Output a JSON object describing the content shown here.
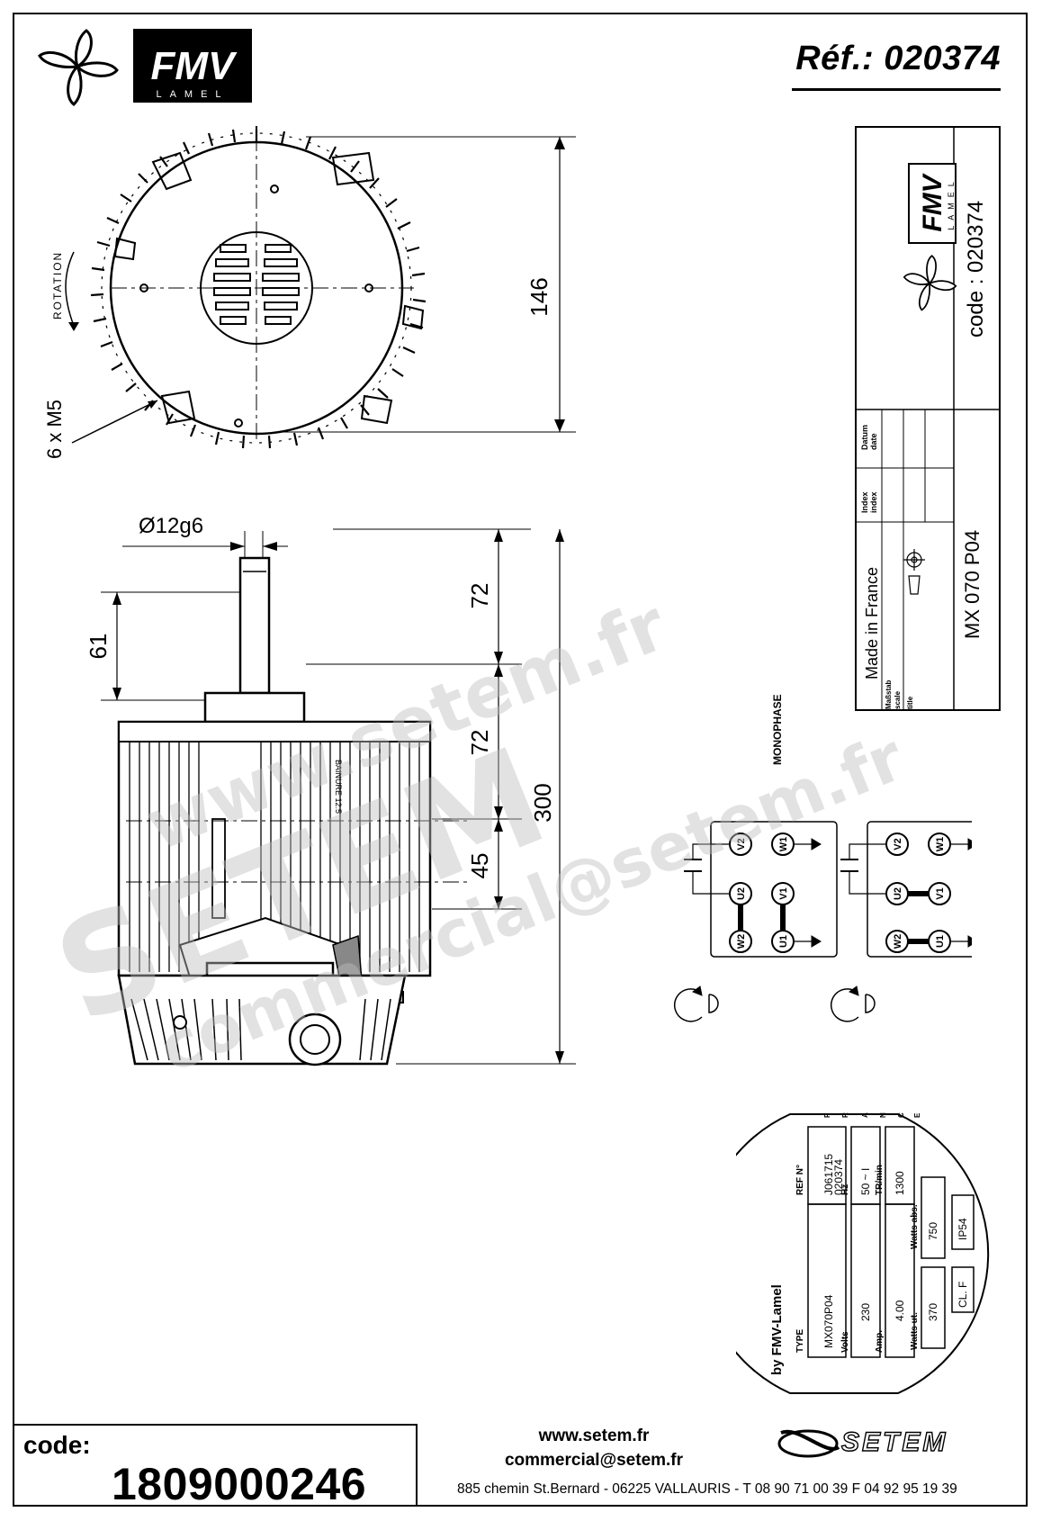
{
  "header": {
    "logo_name": "FMV",
    "logo_sub": "LAMEL",
    "reference": "Réf.: 020374"
  },
  "title_block": {
    "logo_name": "FMV",
    "logo_sub": "LAMEL",
    "code": "code : 020374",
    "datum_label": "Datum",
    "date_label": "date",
    "index_label_1": "Index",
    "index_label_2": "index",
    "made_in": "Made in France",
    "scale_label_1": "Maßstab",
    "scale_label_2": "scale",
    "title_label": "title",
    "title_value": "MX 070 P04"
  },
  "drawing": {
    "rotation_label": "ROTATION",
    "thread_label": "6 x M5",
    "dim_146": "146",
    "dim_shaft_diameter": "Ø12g6",
    "dim_61": "61",
    "dim_72_top": "72",
    "dim_72_mid": "72",
    "dim_45": "45",
    "dim_300": "300",
    "side_label": "BAINURE 12.5"
  },
  "wiring": {
    "phase_label": "MONOPHASE",
    "left": [
      "V2",
      "W1",
      "U2",
      "V1",
      "W2",
      "U1"
    ],
    "right": [
      "V2",
      "W1",
      "U2",
      "V1",
      "W2",
      "U1"
    ]
  },
  "nameplate": {
    "brand": "by FMV-Lamel",
    "type_label": "TYPE",
    "type_value": "MX070P04",
    "ref_label": "REF N°",
    "ref_value_1": "J061715",
    "ref_value_2": "020374",
    "volts_label": "Volts",
    "volts_value": "230",
    "hz_label": "Hz",
    "hz_value": "50 ~ I",
    "amp_label": "Amp.",
    "amp_value": "4.00",
    "rpm_label": "TR/min",
    "rpm_value": "1300",
    "watts_ut_label": "Watts ut.",
    "watts_ut_value": "370",
    "watts_abs_label": "Watts abs.",
    "watts_abs_value": "750",
    "class_value": "CL. F",
    "ip_value": "IP54",
    "france": [
      "F",
      "R",
      "A",
      "N",
      "C",
      "E"
    ]
  },
  "watermark": {
    "line1": "www.setem.fr",
    "line2": "SETEM",
    "line3": "commercial@setem.fr"
  },
  "footer": {
    "code_label": "code:",
    "code_value": "1809000246",
    "website": "www.setem.fr",
    "email": "commercial@setem.fr",
    "address": "885 chemin St.Bernard  -  06225 VALLAURIS  -  T 08 90 71 00 39   F 04 92 95 19 39",
    "setem_logo": "SETEM"
  }
}
